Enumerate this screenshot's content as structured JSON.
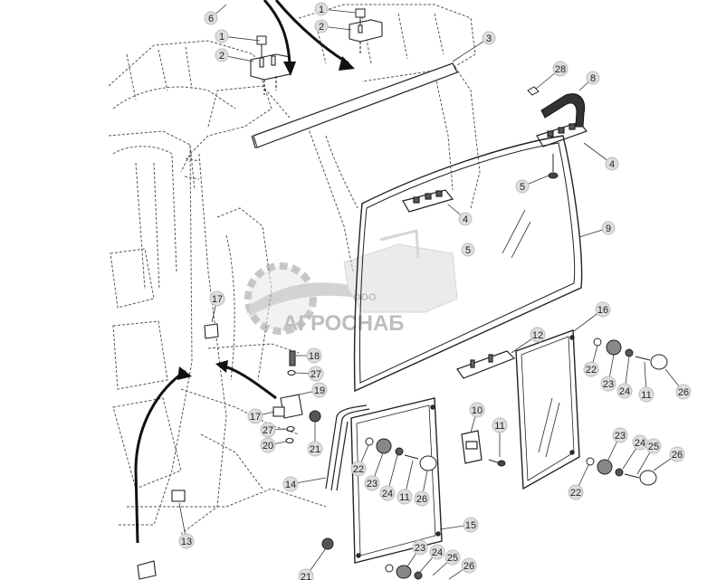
{
  "watermark": {
    "company_prefix": "ООО",
    "company_name": "АГРОСНАБ"
  },
  "callouts": [
    {
      "id": "c6a",
      "label": "6"
    },
    {
      "id": "c1a",
      "label": "1"
    },
    {
      "id": "c2a",
      "label": "2"
    },
    {
      "id": "c1b",
      "label": "1"
    },
    {
      "id": "c2b",
      "label": "2"
    },
    {
      "id": "c3",
      "label": "3"
    },
    {
      "id": "c28",
      "label": "28"
    },
    {
      "id": "c8",
      "label": "8"
    },
    {
      "id": "c4a",
      "label": "4"
    },
    {
      "id": "c5a",
      "label": "5"
    },
    {
      "id": "c4b",
      "label": "4"
    },
    {
      "id": "c9",
      "label": "9"
    },
    {
      "id": "c5b",
      "label": "5"
    },
    {
      "id": "c17a",
      "label": "17"
    },
    {
      "id": "c18",
      "label": "18"
    },
    {
      "id": "c27a",
      "label": "27"
    },
    {
      "id": "c19",
      "label": "19"
    },
    {
      "id": "c17b",
      "label": "17"
    },
    {
      "id": "c27b",
      "label": "27"
    },
    {
      "id": "c20",
      "label": "20"
    },
    {
      "id": "c21a",
      "label": "21"
    },
    {
      "id": "c16",
      "label": "16"
    },
    {
      "id": "c12",
      "label": "12"
    },
    {
      "id": "c22a",
      "label": "22"
    },
    {
      "id": "c23a",
      "label": "23"
    },
    {
      "id": "c24a",
      "label": "24"
    },
    {
      "id": "c11a",
      "label": "11"
    },
    {
      "id": "c26a",
      "label": "26"
    },
    {
      "id": "c10",
      "label": "10"
    },
    {
      "id": "c11b",
      "label": "11"
    },
    {
      "id": "c14",
      "label": "14"
    },
    {
      "id": "c22b",
      "label": "22"
    },
    {
      "id": "c23b",
      "label": "23"
    },
    {
      "id": "c24b",
      "label": "24"
    },
    {
      "id": "c11c",
      "label": "11"
    },
    {
      "id": "c26b",
      "label": "26"
    },
    {
      "id": "c23c",
      "label": "23"
    },
    {
      "id": "c24c",
      "label": "24"
    },
    {
      "id": "c25a",
      "label": "25"
    },
    {
      "id": "c26c",
      "label": "26"
    },
    {
      "id": "c22c",
      "label": "22"
    },
    {
      "id": "c13",
      "label": "13"
    },
    {
      "id": "c15",
      "label": "15"
    },
    {
      "id": "c21b",
      "label": "21"
    },
    {
      "id": "c23d",
      "label": "23"
    },
    {
      "id": "c24d",
      "label": "24"
    },
    {
      "id": "c25b",
      "label": "25"
    },
    {
      "id": "c26d",
      "label": "26"
    }
  ]
}
